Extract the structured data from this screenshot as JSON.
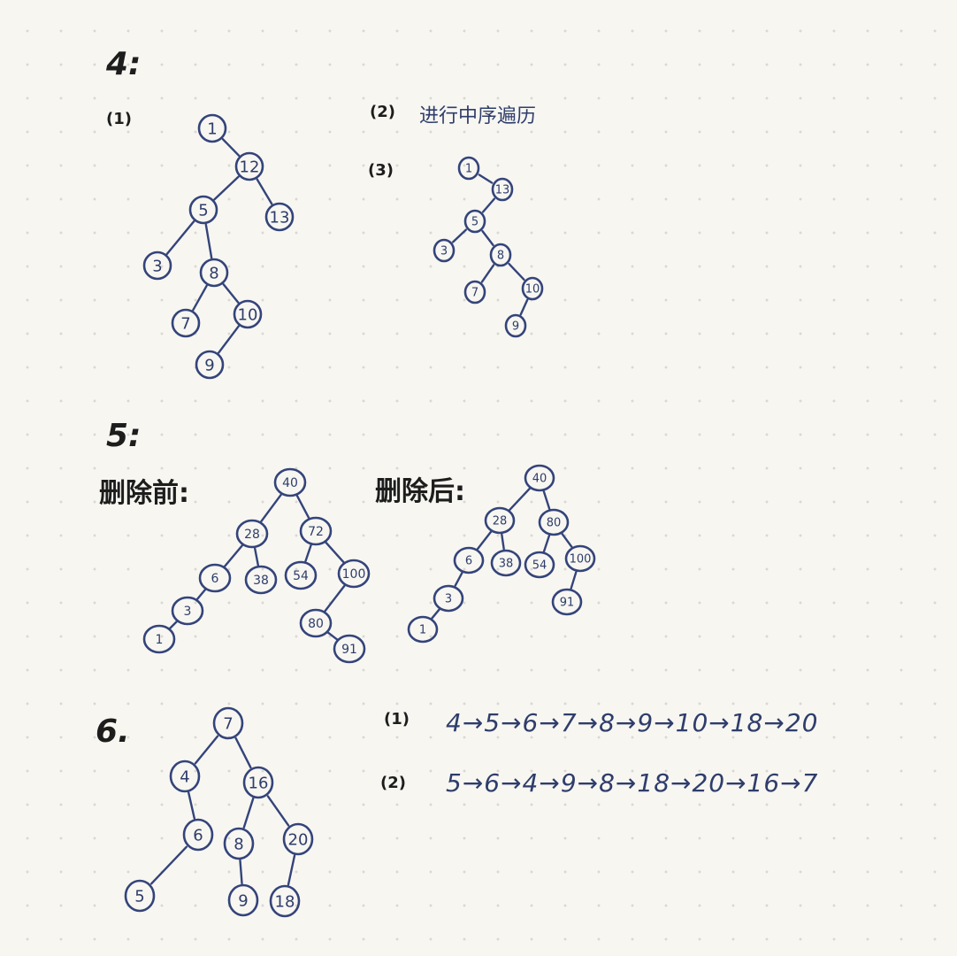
{
  "headings": {
    "q4": "4:",
    "q4_1": "(1)",
    "q4_2": "(2)",
    "q4_2_text": "进行中序遍历",
    "q4_3": "(3)",
    "q5": "5:",
    "q5_before": "删除前:",
    "q5_after": "删除后:",
    "q6": "6.",
    "q6_1": "(1)",
    "q6_2": "(2)"
  },
  "sequences": {
    "q6_1": "4→5→6→7→8→9→10→18→20",
    "q6_2": "5→6→4→9→8→18→20→16→7"
  },
  "trees": {
    "q4_1": {
      "nodes": [
        "1",
        "12",
        "5",
        "13",
        "3",
        "8",
        "7",
        "10",
        "9"
      ]
    },
    "q4_3": {
      "nodes": [
        "1",
        "13",
        "5",
        "3",
        "8",
        "7",
        "10",
        "9"
      ]
    },
    "q5_before": {
      "nodes": [
        "40",
        "28",
        "72",
        "6",
        "38",
        "54",
        "100",
        "3",
        "80",
        "1",
        "91"
      ]
    },
    "q5_after": {
      "nodes": [
        "40",
        "28",
        "80",
        "6",
        "38",
        "54",
        "100",
        "3",
        "91",
        "1"
      ]
    },
    "q6": {
      "nodes": [
        "7",
        "4",
        "16",
        "6",
        "8",
        "20",
        "5",
        "9",
        "18"
      ]
    }
  }
}
